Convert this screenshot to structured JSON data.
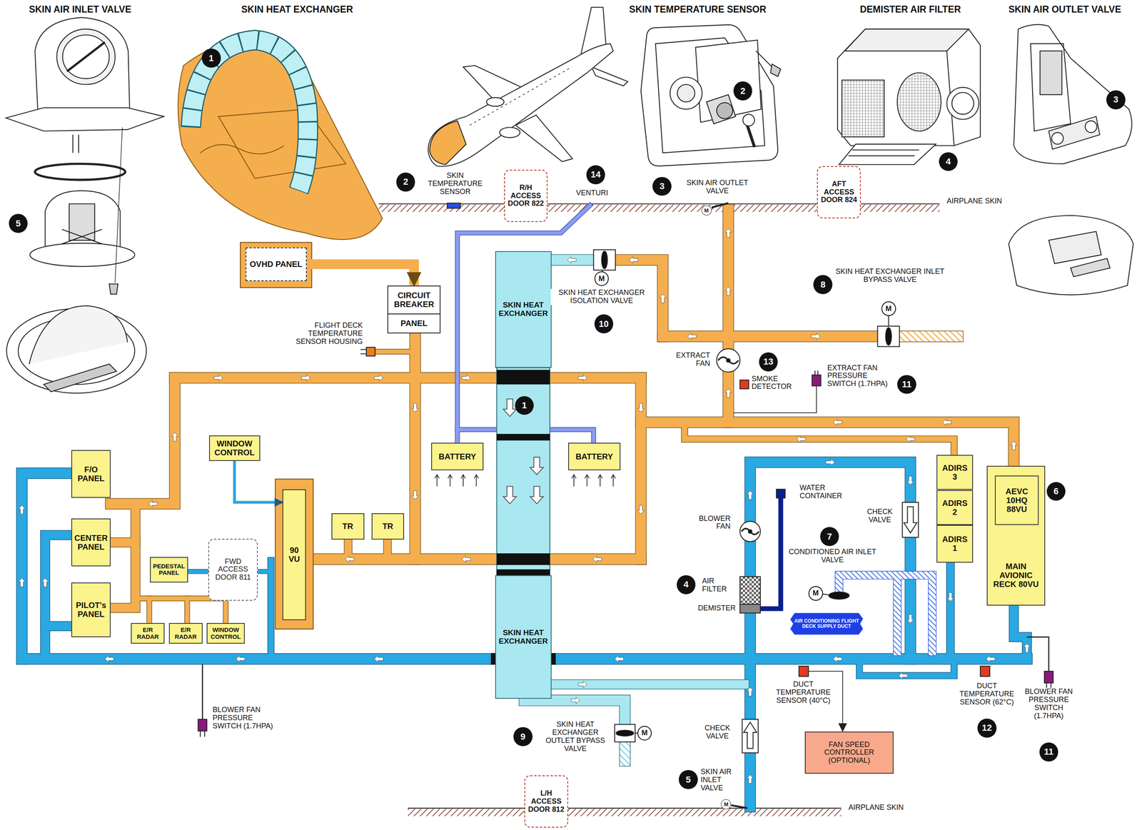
{
  "diagram": {
    "nodes": [
      {
        "text": [
          "OVHD PANEL"
        ]
      },
      {
        "text": [
          "CIRCUIT BREAKER",
          "PANEL"
        ]
      },
      {
        "text": [
          "R/H ACCESS DOOR 822"
        ]
      },
      {
        "text": [
          "AFT ACCESS DOOR 824"
        ]
      },
      {
        "text": [
          "SKIN HEAT EXCHANGER"
        ]
      },
      {
        "text": [
          "SKIN HEAT EXCHANGER"
        ]
      },
      {
        "text": [
          "BATTERY"
        ]
      },
      {
        "text": [
          "BATTERY"
        ]
      },
      {
        "text": [
          "WINDOW CONTROL"
        ]
      },
      {
        "text": [
          "F/O PANEL"
        ]
      },
      {
        "text": [
          "CENTER PANEL"
        ]
      },
      {
        "text": [
          "PILOT's PANEL"
        ]
      },
      {
        "text": [
          "PEDESTAL PANEL"
        ]
      },
      {
        "text": [
          "FWD ACCESS DOOR 811"
        ]
      },
      {
        "text": [
          "90 VU"
        ]
      },
      {
        "text": [
          "TR"
        ]
      },
      {
        "text": [
          "TR"
        ]
      },
      {
        "text": [
          "E/R RADAR"
        ]
      },
      {
        "text": [
          "E/R RADAR"
        ]
      },
      {
        "text": [
          "WINDOW CONTROL"
        ]
      },
      {
        "text": [
          "ADIRS 3"
        ]
      },
      {
        "text": [
          "ADIRS 2"
        ]
      },
      {
        "text": [
          "ADIRS 1"
        ]
      },
      {
        "text": [
          "MAIN AVIONIC RECK 80VU"
        ]
      },
      {
        "text": [
          "AEVC 10HQ 88VU"
        ],
        "in": 23
      },
      {
        "text": [
          "AIR CONDITIONING FLIGHT DECK SUPPLY DUCT"
        ]
      },
      {
        "text": [
          "FAN SPEED CONTROLLER (OPTIONAL)"
        ]
      },
      {
        "text": [
          "L/H ACCESS DOOR 812"
        ]
      }
    ],
    "edges": [
      {
        "from": 0,
        "to": 1,
        "arrow": "to"
      },
      {
        "from": 8,
        "to": 14,
        "arrow": "to"
      }
    ],
    "labels": [
      "SKIN AIR INLET VALVE",
      "SKIN HEAT EXCHANGER",
      "SKIN TEMPERATURE SENSOR",
      "DEMISTER AIR FILTER",
      "SKIN AIR OUTLET VALVE",
      "1",
      "2",
      "3",
      "4",
      "5",
      "2",
      "SKIN TEMPERATURE SENSOR",
      "14",
      "VENTURI",
      "3",
      "SKIN AIR OUTLET VALVE",
      "AIRPLANE SKIN",
      "8",
      "SKIN HEAT EXCHANGER INLET BYPASS VALVE",
      "M",
      "M",
      "SKIN HEAT EXCHANGER ISOLATION VALVE",
      "10",
      "M",
      "EXTRACT FAN",
      "13",
      "SMOKE DETECTOR",
      "EXTRACT FAN PRESSURE SWITCH (1.7HPA)",
      "11",
      "FLIGHT DECK TEMPERATURE SENSOR HOUSING",
      "1",
      "6",
      "WATER CONTAINER",
      "BLOWER FAN",
      "CHECK VALVE",
      "7",
      "CONDITIONED AIR INLET VALVE",
      "M",
      "4",
      "AIR FILTER",
      "DEMISTER",
      "DUCT TEMPERATURE SENSOR (40°C)",
      "DUCT TEMPERATURE SENSOR (62°C)",
      "12",
      "BLOWER FAN PRESSURE SWITCH (1.7HPA)",
      "11",
      "BLOWER FAN PRESSURE SWITCH (1.7HPA)",
      "9",
      "SKIN HEAT EXCHANGER OUTLET BYPASS VALVE",
      "M",
      "CHECK VALVE",
      "5",
      "SKIN AIR INLET VALVE",
      "M",
      "AIRPLANE SKIN"
    ]
  }
}
